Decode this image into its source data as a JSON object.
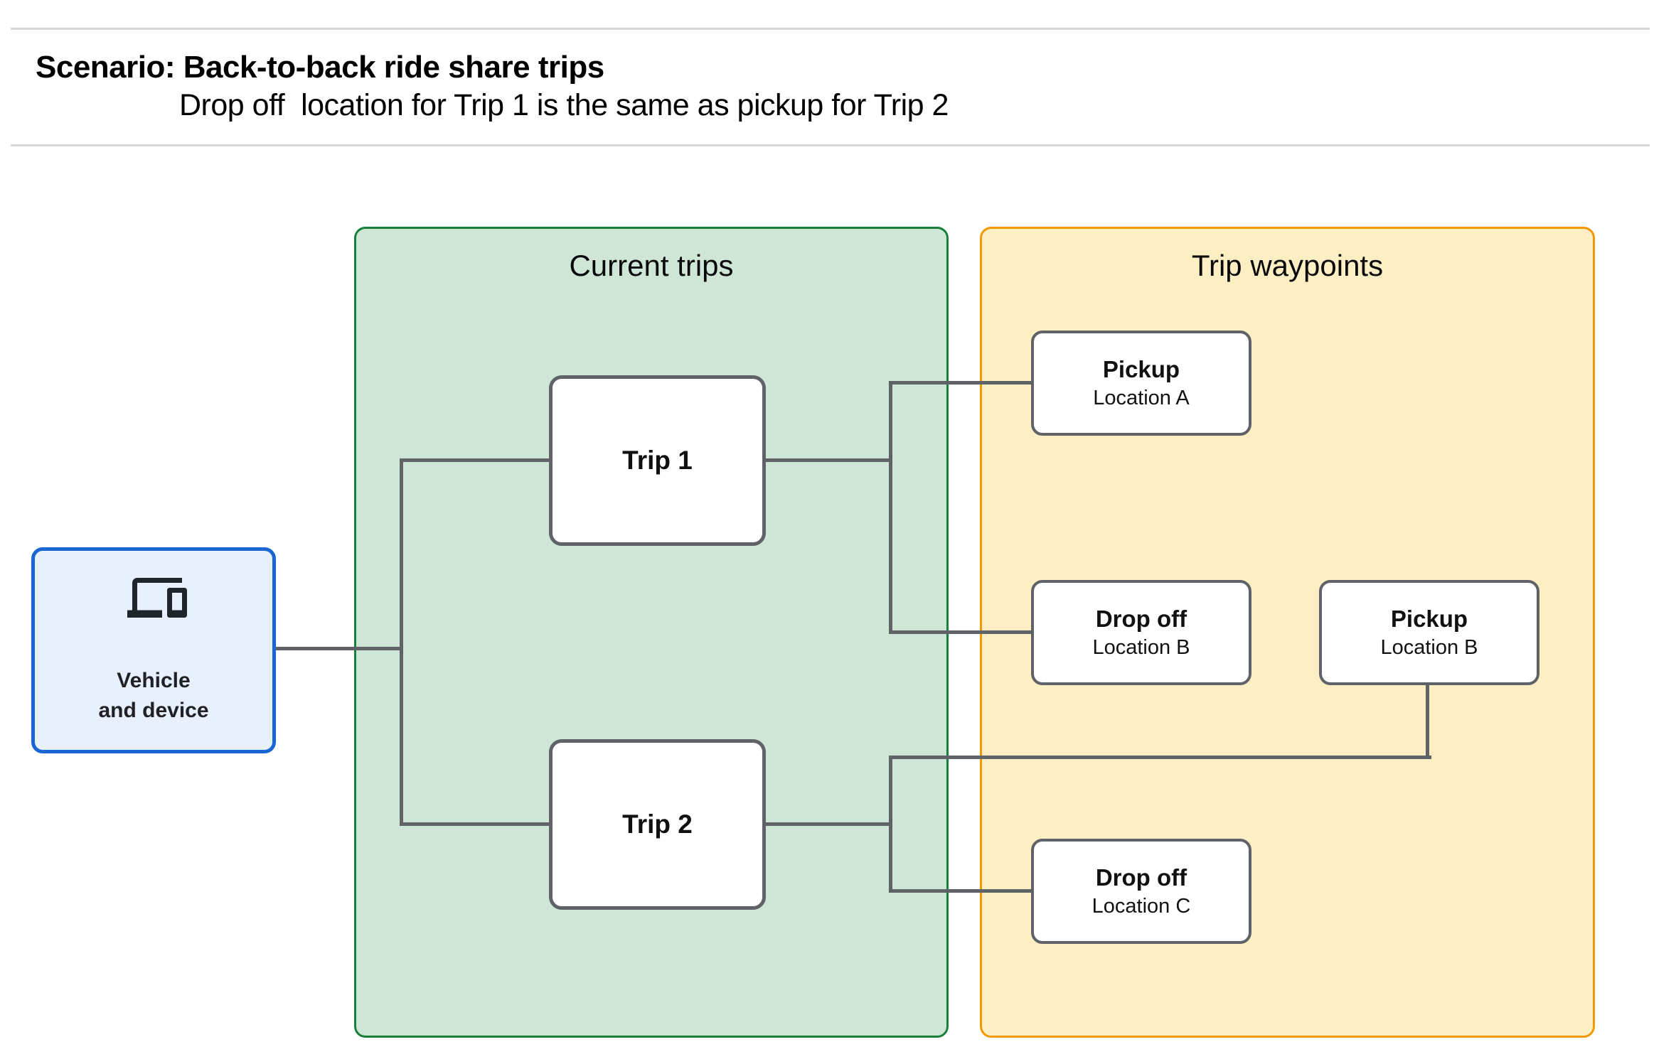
{
  "header": {
    "title": "Scenario: Back-to-back ride share trips",
    "subtitle": "Drop off  location for Trip 1 is the same as pickup for Trip 2"
  },
  "vehicle": {
    "icon": "devices-icon",
    "label_line1": "Vehicle",
    "label_line2": "and device"
  },
  "groups": {
    "trips": {
      "title": "Current trips",
      "items": [
        {
          "label": "Trip 1"
        },
        {
          "label": "Trip 2"
        }
      ]
    },
    "waypoints": {
      "title": "Trip waypoints",
      "items": [
        {
          "name": "Pickup",
          "location": "Location A"
        },
        {
          "name": "Drop off",
          "location": "Location B"
        },
        {
          "name": "Pickup",
          "location": "Location B"
        },
        {
          "name": "Drop off",
          "location": "Location C"
        }
      ]
    }
  },
  "colors": {
    "trips_fill": "#cfe6d6",
    "trips_border": "#188038",
    "waypoints_fill": "#fdeec3",
    "waypoints_border": "#f29900",
    "vehicle_fill": "#e8f0fe",
    "vehicle_border": "#1967d2",
    "connector": "#5f6368",
    "divider": "#d7d7d7"
  }
}
